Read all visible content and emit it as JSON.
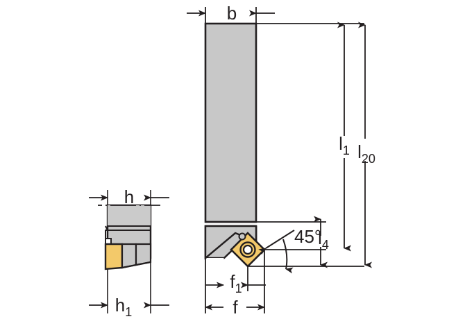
{
  "drawing": {
    "title": "Turning tool holder technical drawing",
    "type": "engineering-dimension-drawing",
    "views": [
      {
        "name": "end-view",
        "position": "left"
      },
      {
        "name": "side-view",
        "position": "right"
      }
    ]
  },
  "colors": {
    "shank_fill": "#c8c8c8",
    "shank_fill_light": "#cfcfcf",
    "insert_fill": "#f3c96a",
    "insert_fill_shade": "#e8bc58",
    "line": "#231f20",
    "background": "#ffffff",
    "dim_line": "#3b3b3b"
  },
  "dimensions": {
    "b": {
      "label": "b",
      "sub": "",
      "name": "shank-width"
    },
    "l1": {
      "label": "l",
      "sub": "1",
      "name": "overall-length"
    },
    "l20": {
      "label": "l",
      "sub": "20",
      "name": "length-to-cutting-edge"
    },
    "l4": {
      "label": "l",
      "sub": "4",
      "name": "head-length"
    },
    "f": {
      "label": "f",
      "sub": "",
      "name": "cutting-edge-offset"
    },
    "f1": {
      "label": "f",
      "sub": "1",
      "name": "insert-offset"
    },
    "h": {
      "label": "h",
      "sub": "",
      "name": "shank-height"
    },
    "h1": {
      "label": "h",
      "sub": "1",
      "name": "overall-height"
    },
    "angle": {
      "label": "45°",
      "sub": "",
      "name": "lead-angle"
    }
  },
  "annotations": {
    "lead_angle_value": "45°"
  }
}
